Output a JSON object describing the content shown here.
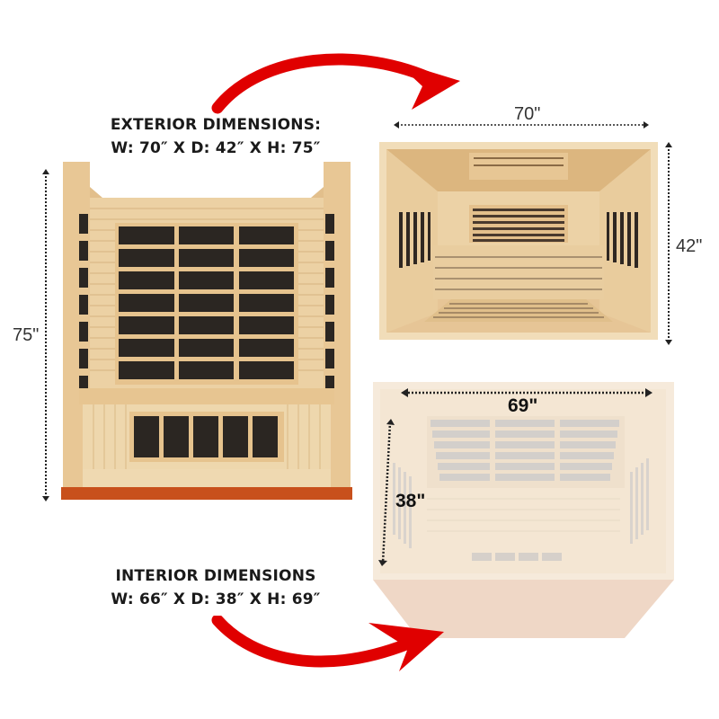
{
  "exterior": {
    "title": "EXTERIOR DIMENSIONS:",
    "values": "W: 70″ X D: 42″ X H: 75″",
    "width": "70\"",
    "depth": "42\"",
    "height": "75\""
  },
  "interior": {
    "title": "INTERIOR DIMENSIONS",
    "values": "W: 66″ X D: 38″ X H: 69″",
    "height": "69\"",
    "depth": "38\""
  },
  "colors": {
    "arrow": "#e00000",
    "wood": "#e9c89a",
    "wood_dark": "#d4ad78",
    "panel": "#2b2622",
    "base": "#c8501c"
  }
}
